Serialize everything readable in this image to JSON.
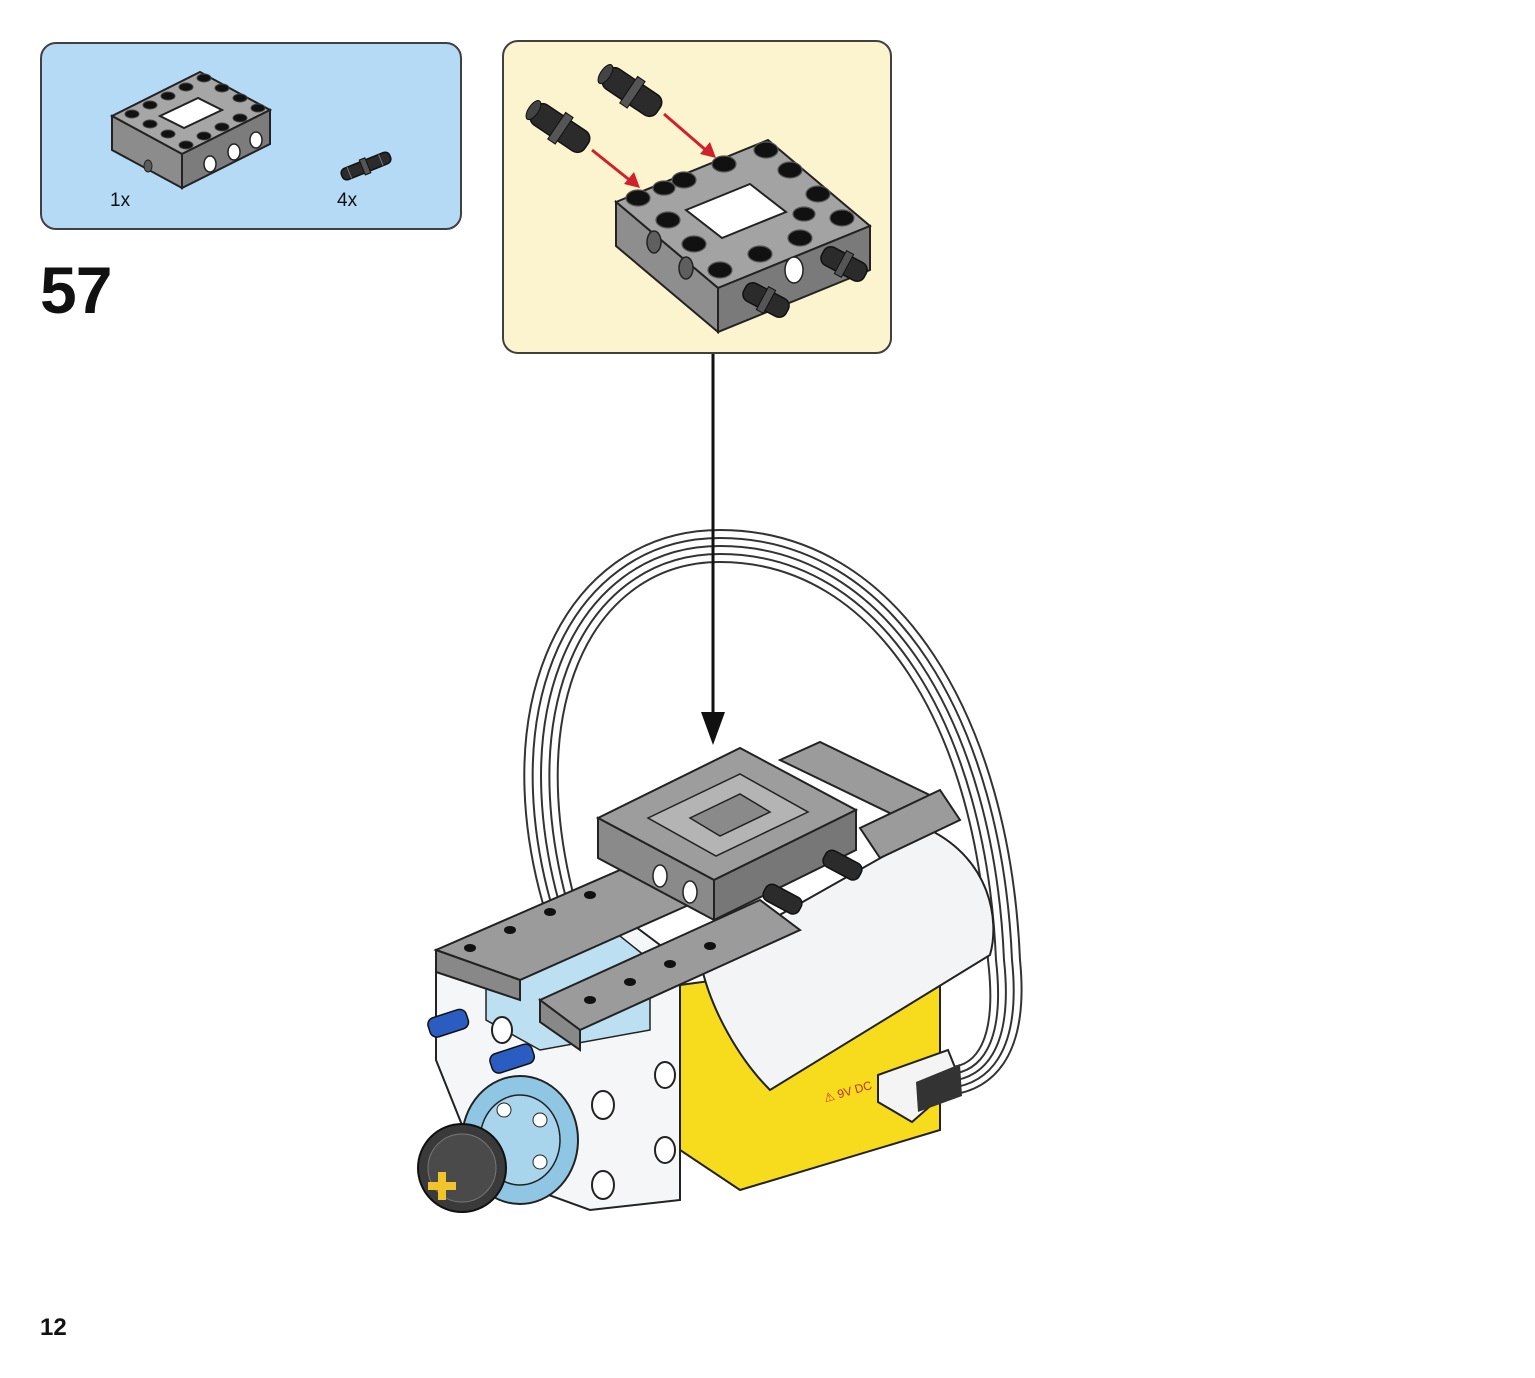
{
  "parts_list": {
    "items": [
      {
        "count": "1x",
        "part": "frame-5x5-brick"
      },
      {
        "count": "4x",
        "part": "friction-pin"
      }
    ]
  },
  "step": {
    "number": "57"
  },
  "colors": {
    "parts_bg": "#b5daf6",
    "callout_bg": "#fcf4cf",
    "brick_gray": "#8a8a8a",
    "arrow_red": "#d0202a",
    "hub_yellow": "#f7dc1d",
    "motor_blue": "#8fc6e4"
  },
  "page": {
    "number": "12"
  }
}
